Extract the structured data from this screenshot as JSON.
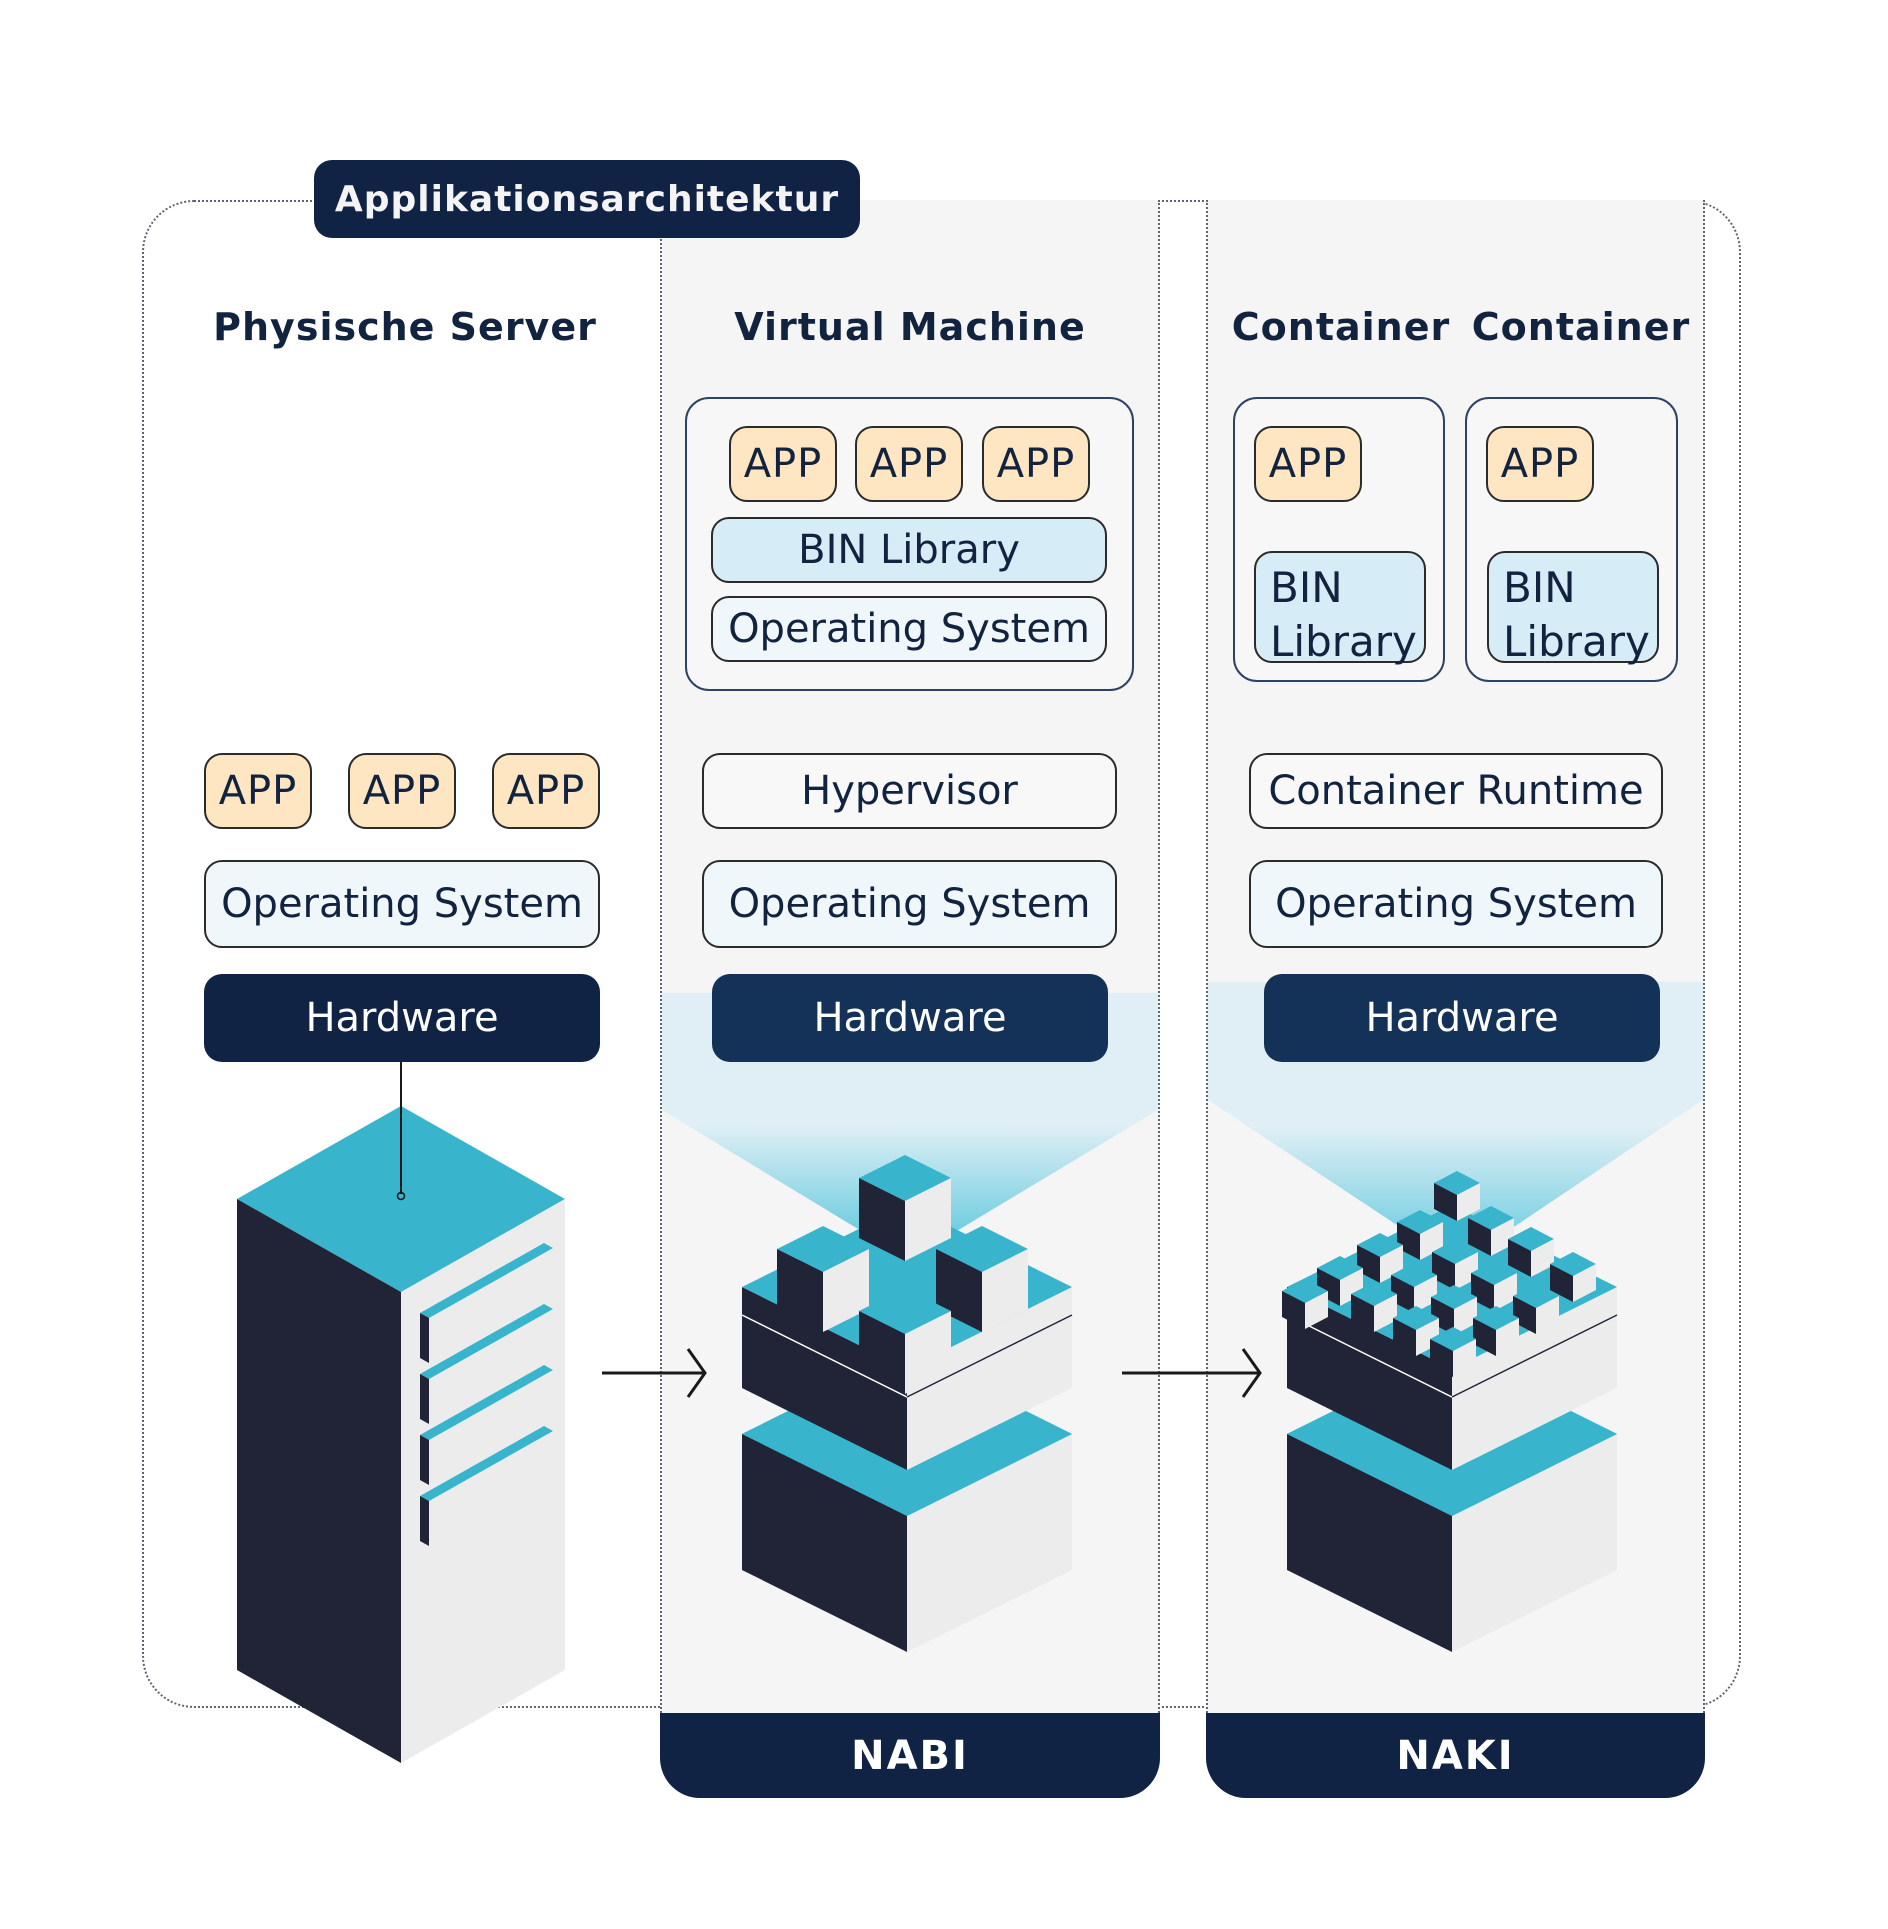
{
  "title": "Applikationsarchitektur",
  "columns": {
    "physical": {
      "heading": "Physische Server",
      "apps": [
        "APP",
        "APP",
        "APP"
      ],
      "os": "Operating System",
      "hardware": "Hardware"
    },
    "vm": {
      "heading": "Virtual Machine",
      "guest": {
        "apps": [
          "APP",
          "APP",
          "APP"
        ],
        "bin_library": "BIN Library",
        "os": "Operating System"
      },
      "hypervisor": "Hypervisor",
      "os": "Operating System",
      "hardware": "Hardware",
      "banner": "NABI"
    },
    "container": {
      "headings": [
        "Container",
        "Container"
      ],
      "containers": [
        {
          "app": "APP",
          "bin_line1": "BIN",
          "bin_line2": "Library"
        },
        {
          "app": "APP",
          "bin_line1": "BIN",
          "bin_line2": "Library"
        }
      ],
      "runtime": "Container Runtime",
      "os": "Operating System",
      "hardware": "Hardware",
      "banner": "NAKI"
    }
  },
  "colors": {
    "navy": "#112345",
    "teal": "#38b4cc",
    "dark": "#212437",
    "light": "#ececec",
    "app_fill": "#ffe6c2",
    "bin_fill": "#d6ecf6",
    "glow": "#e0eff5"
  },
  "illustrations": {
    "vm_cubes": 5,
    "container_cubes": 17
  }
}
